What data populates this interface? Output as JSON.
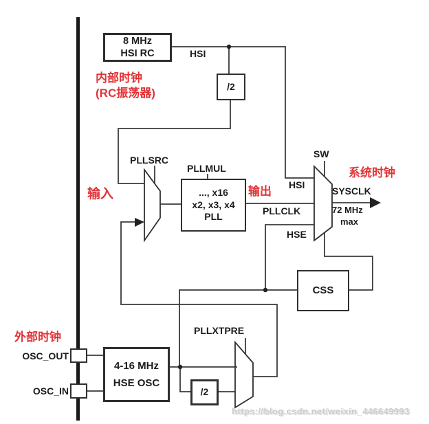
{
  "diagram": {
    "boxes": {
      "hsi_rc": {
        "line1": "8 MHz",
        "line2": "HSI RC"
      },
      "div2_top": {
        "label": "/2"
      },
      "pll": {
        "line1": "..., x16",
        "line2": "x2, x3, x4",
        "line3": "PLL"
      },
      "css": {
        "label": "CSS"
      },
      "hse_osc": {
        "line1": "4-16 MHz",
        "line2": "HSE OSC"
      },
      "div2_bottom": {
        "label": "/2"
      }
    },
    "signals": {
      "hsi_top": "HSI",
      "pllsrc": "PLLSRC",
      "pllmul": "PLLMUL",
      "sw": "SW",
      "hsi_mux": "HSI",
      "pllclk": "PLLCLK",
      "hse_mux": "HSE",
      "sysclk": "SYSCLK",
      "freq_max_line1": "72 MHz",
      "freq_max_line2": "max",
      "pllxtpre": "PLLXTPRE",
      "osc_out": "OSC_OUT",
      "osc_in": "OSC_IN"
    },
    "annotations": {
      "internal_clock_line1": "内部时钟",
      "internal_clock_line2": "(RC振荡器)",
      "input": "输入",
      "output": "输出",
      "system_clock": "系统时钟",
      "external_clock": "外部时钟",
      "color": "#e23438"
    },
    "watermark": "https://blog.csdn.net/weixin_446649993"
  }
}
